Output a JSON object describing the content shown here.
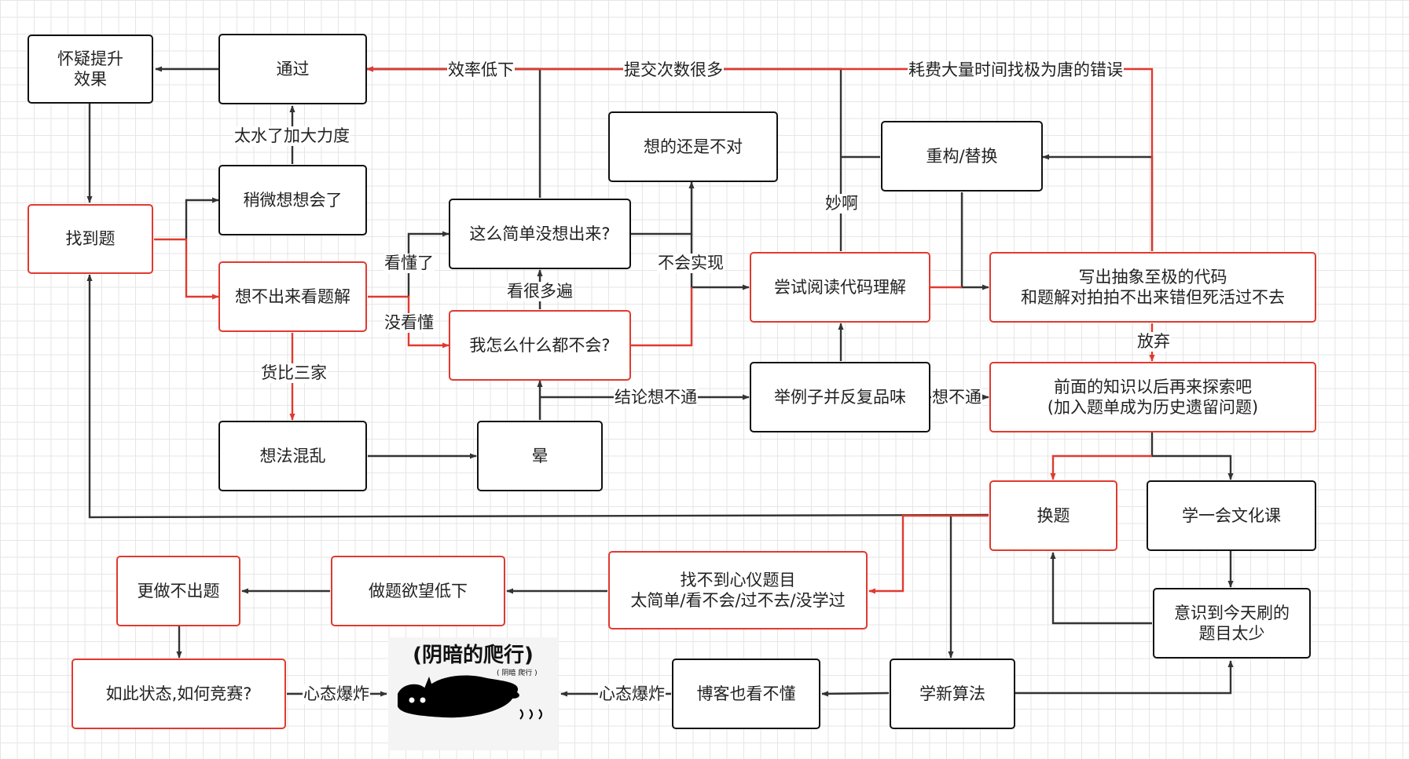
{
  "colors": {
    "black_edge": "#333333",
    "red_edge": "#e03a2f",
    "node_border": "#111111"
  },
  "nodes": {
    "doubt": "怀疑提升\n效果",
    "pass": "通过",
    "find_problem": "找到题",
    "think_a_bit": "稍微想想会了",
    "read_solution": "想不出来看题解",
    "so_simple": "这么简单没想出来?",
    "still_wrong": "想的还是不对",
    "know_nothing": "我怎么什么都不会?",
    "confused": "想法混乱",
    "dizzy": "晕",
    "read_code": "尝试阅读代码理解",
    "examples": "举例子并反复品味",
    "refactor": "重构/替换",
    "abstract_code": "写出抽象至极的代码\n和题解对拍拍不出来错但死活过不去",
    "explore_later": "前面的知识以后再来探索吧\n(加入题单成为历史遗留问题)",
    "change_problem": "换题",
    "culture_class": "学一会文化课",
    "too_few": "意识到今天刷的\n题目太少",
    "no_ideal": "找不到心仪题目\n太简单/看不会/过不去/没学过",
    "low_desire": "做题欲望低下",
    "cant_solve": "更做不出题",
    "compete": "如此状态,如何竞赛?",
    "blog": "博客也看不懂",
    "new_algo": "学新算法"
  },
  "edge_labels": {
    "too_easy": "太水了加大力度",
    "understood": "看懂了",
    "not_understood": "没看懂",
    "compare": "货比三家",
    "read_many": "看很多遍",
    "cant_implement": "不会实现",
    "conclusion": "结论想不通",
    "low_efficiency": "效率低下",
    "many_submits": "提交次数很多",
    "time_cost": "耗费大量时间找极为唐的错误",
    "wonderful": "妙啊",
    "give_up": "放弃",
    "still_stuck": "想不通",
    "mental_break_1": "心态爆炸",
    "mental_break_2": "心态爆炸"
  },
  "sticker": {
    "title": "(阴暗的爬行)",
    "note": "( 阴暗 爬行 )"
  }
}
